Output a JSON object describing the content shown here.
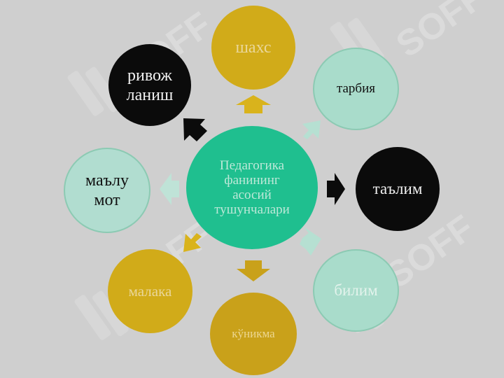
{
  "diagram": {
    "center": "Педагогика\nфанининг\nасосий\nтушунчалари",
    "nodes": {
      "shaxs": "шахс",
      "tarbiya": "тарбия",
      "talim": "таълим",
      "bilim": "билим",
      "konikma": "кўникма",
      "malaka": "малака",
      "malumot": "маълу\nмот",
      "rivojlanish": "ривож\nланиш"
    }
  },
  "watermark": {
    "text": "SOFF"
  },
  "colors": {
    "background": "#cfcfcf",
    "center": "#1fbf8f",
    "gold": "#d1ab19",
    "mint": "#a9dccb",
    "black": "#0b0b0b"
  }
}
